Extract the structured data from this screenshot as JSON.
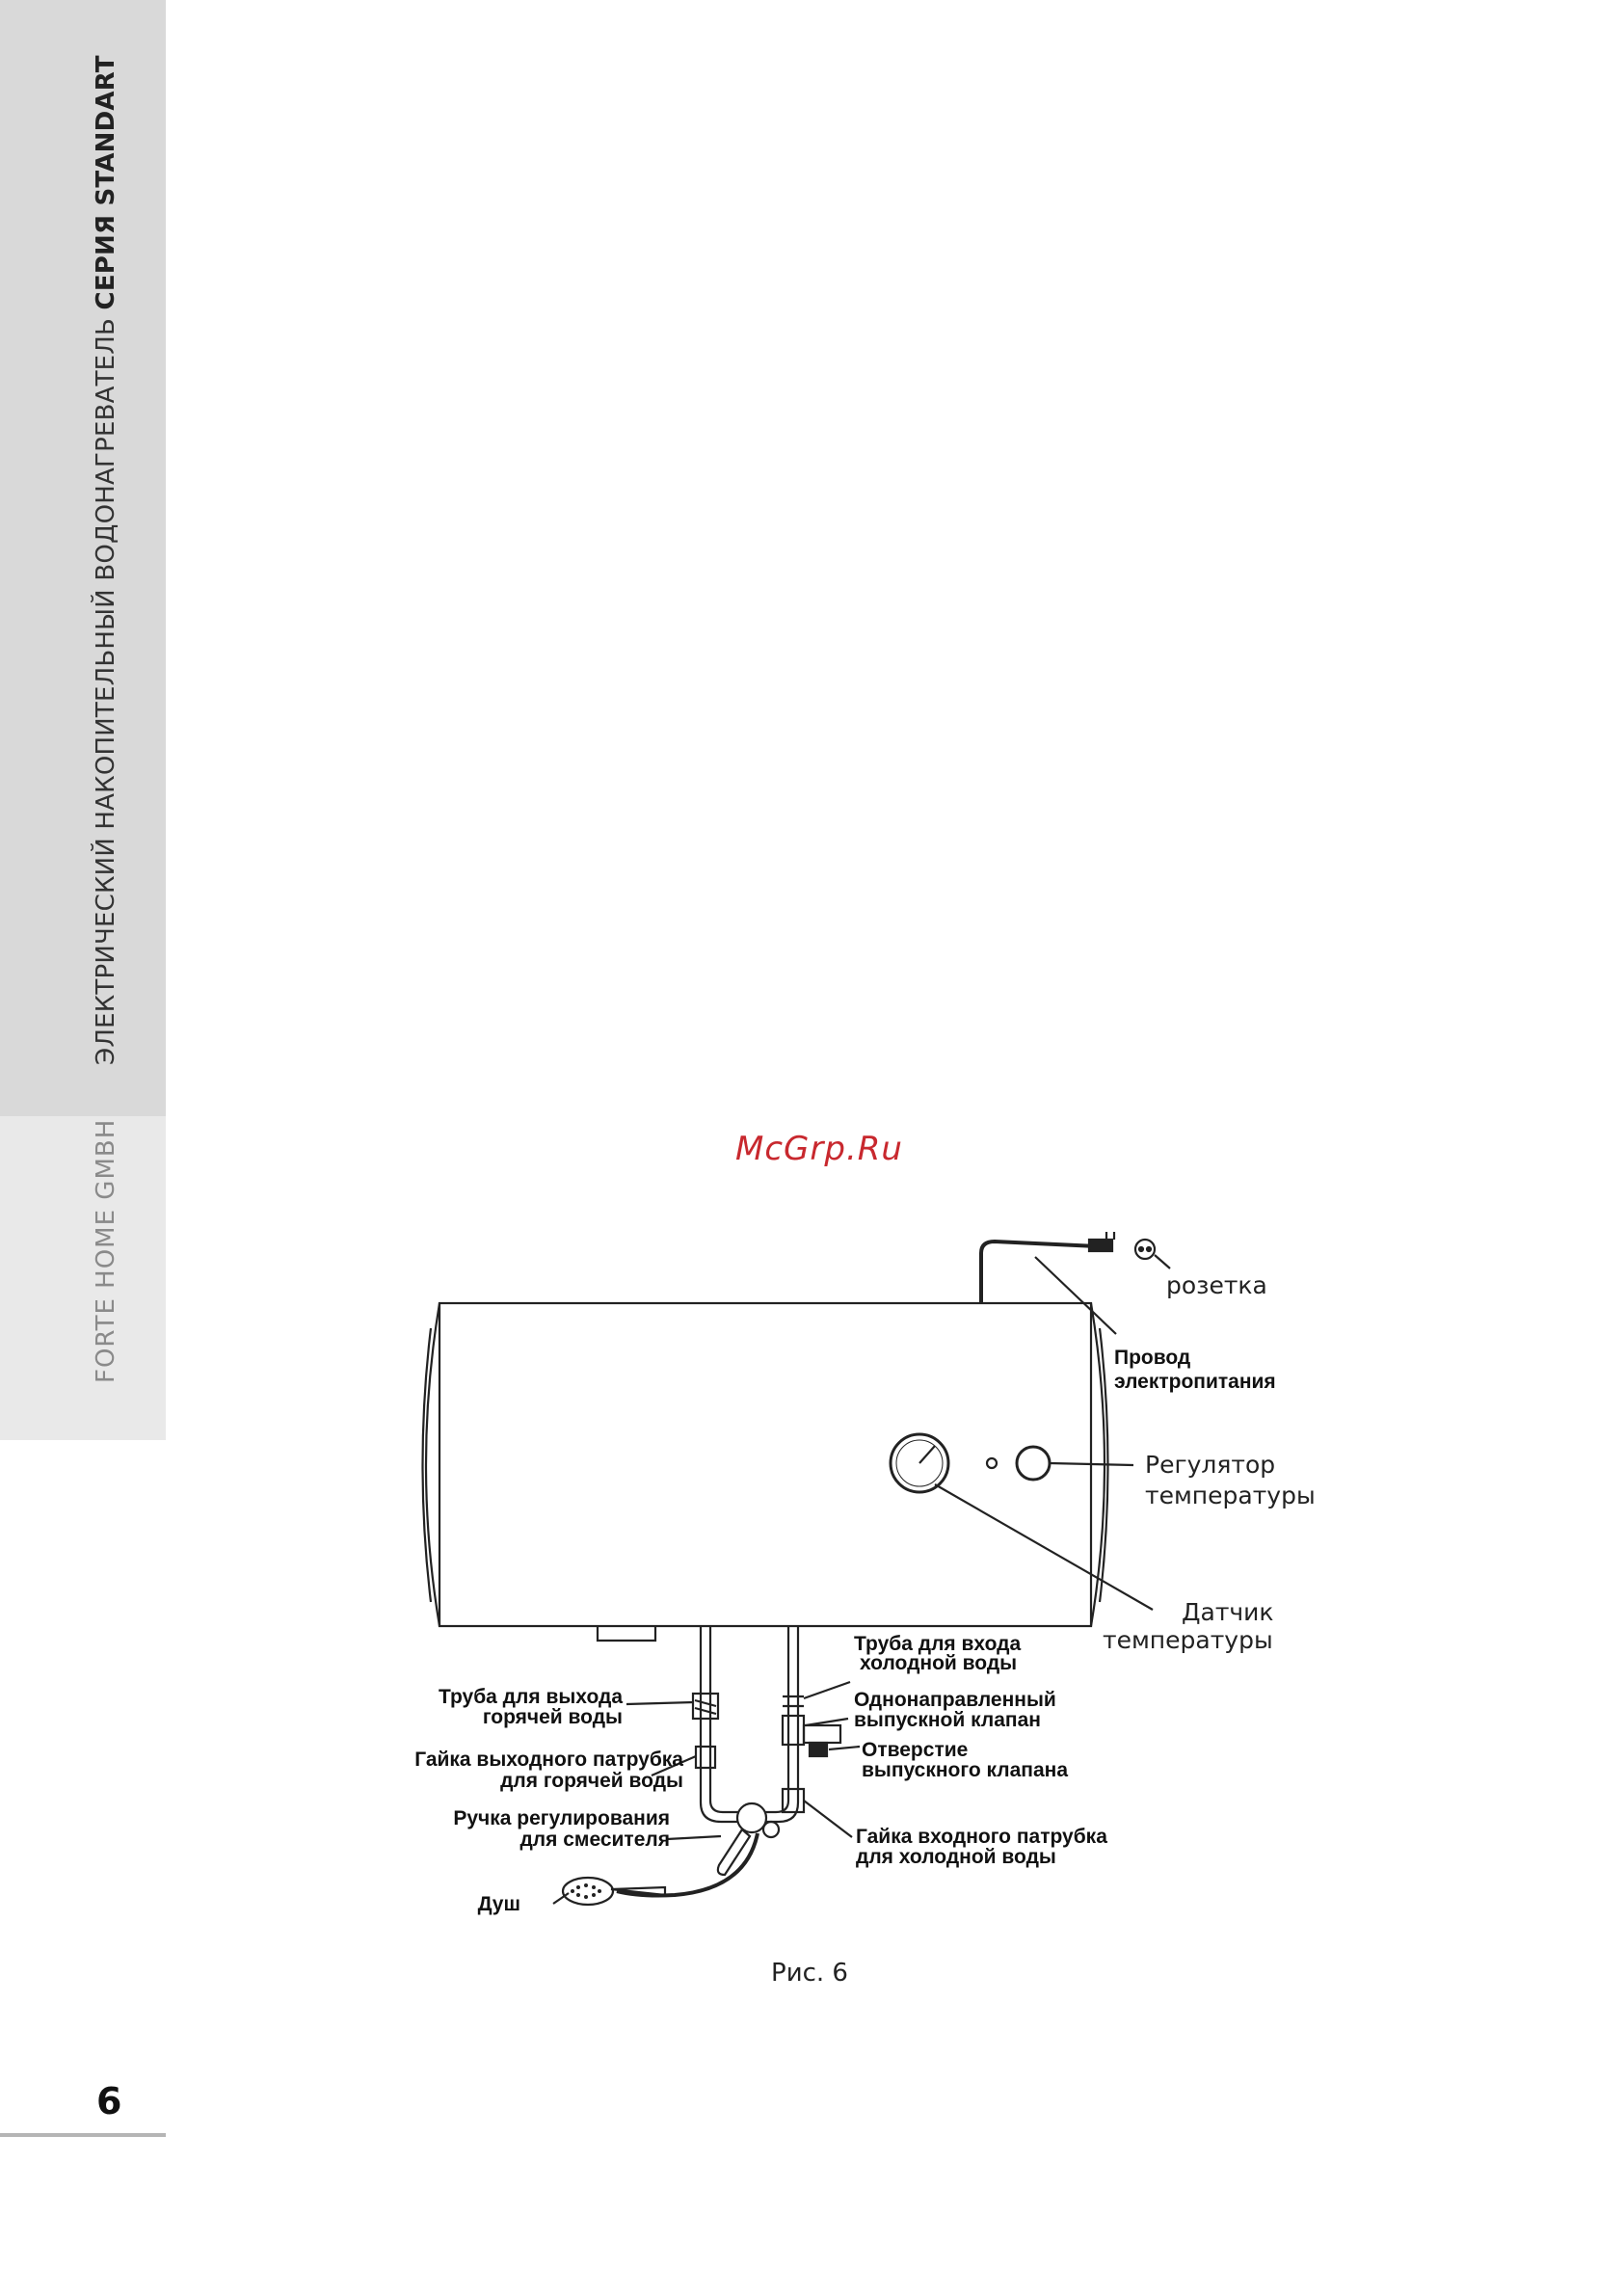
{
  "sidebar": {
    "series_prefix": "ЭЛЕКТРИЧЕСКИЙ НАКОПИТЕЛЬНЫЙ ВОДОНАГРЕВАТЕЛЬ ",
    "series_bold": "СЕРИЯ STANDART",
    "company": "FORTE HOME GMBH"
  },
  "watermark": "McGrp.Ru",
  "figure": {
    "labels": {
      "socket": "розетка",
      "power_cable_1": "Провод",
      "power_cable_2": "электропитания",
      "temp_regulator_1": "Регулятор",
      "temp_regulator_2": "температуры",
      "temp_sensor_1": "Датчик",
      "temp_sensor_2": "температуры",
      "cold_inlet_pipe_1": "Труба для входа",
      "cold_inlet_pipe_2": "холодной воды",
      "hot_outlet_pipe_1": "Труба для выхода",
      "hot_outlet_pipe_2": "горячей воды",
      "check_valve_1": "Однонаправленный",
      "check_valve_2": "выпускной клапан",
      "valve_hole_1": "Отверстие",
      "valve_hole_2": "выпускного клапана",
      "hot_nut_1": "Гайка выходного патрубка",
      "hot_nut_2": "для горячей воды",
      "mixer_handle_1": "Ручка регулирования",
      "mixer_handle_2": "для смесителя",
      "cold_nut_1": "Гайка входного патрубка",
      "cold_nut_2": "для холодной воды",
      "shower": "Душ"
    },
    "caption": "Рис. 6"
  },
  "page_number": "6"
}
